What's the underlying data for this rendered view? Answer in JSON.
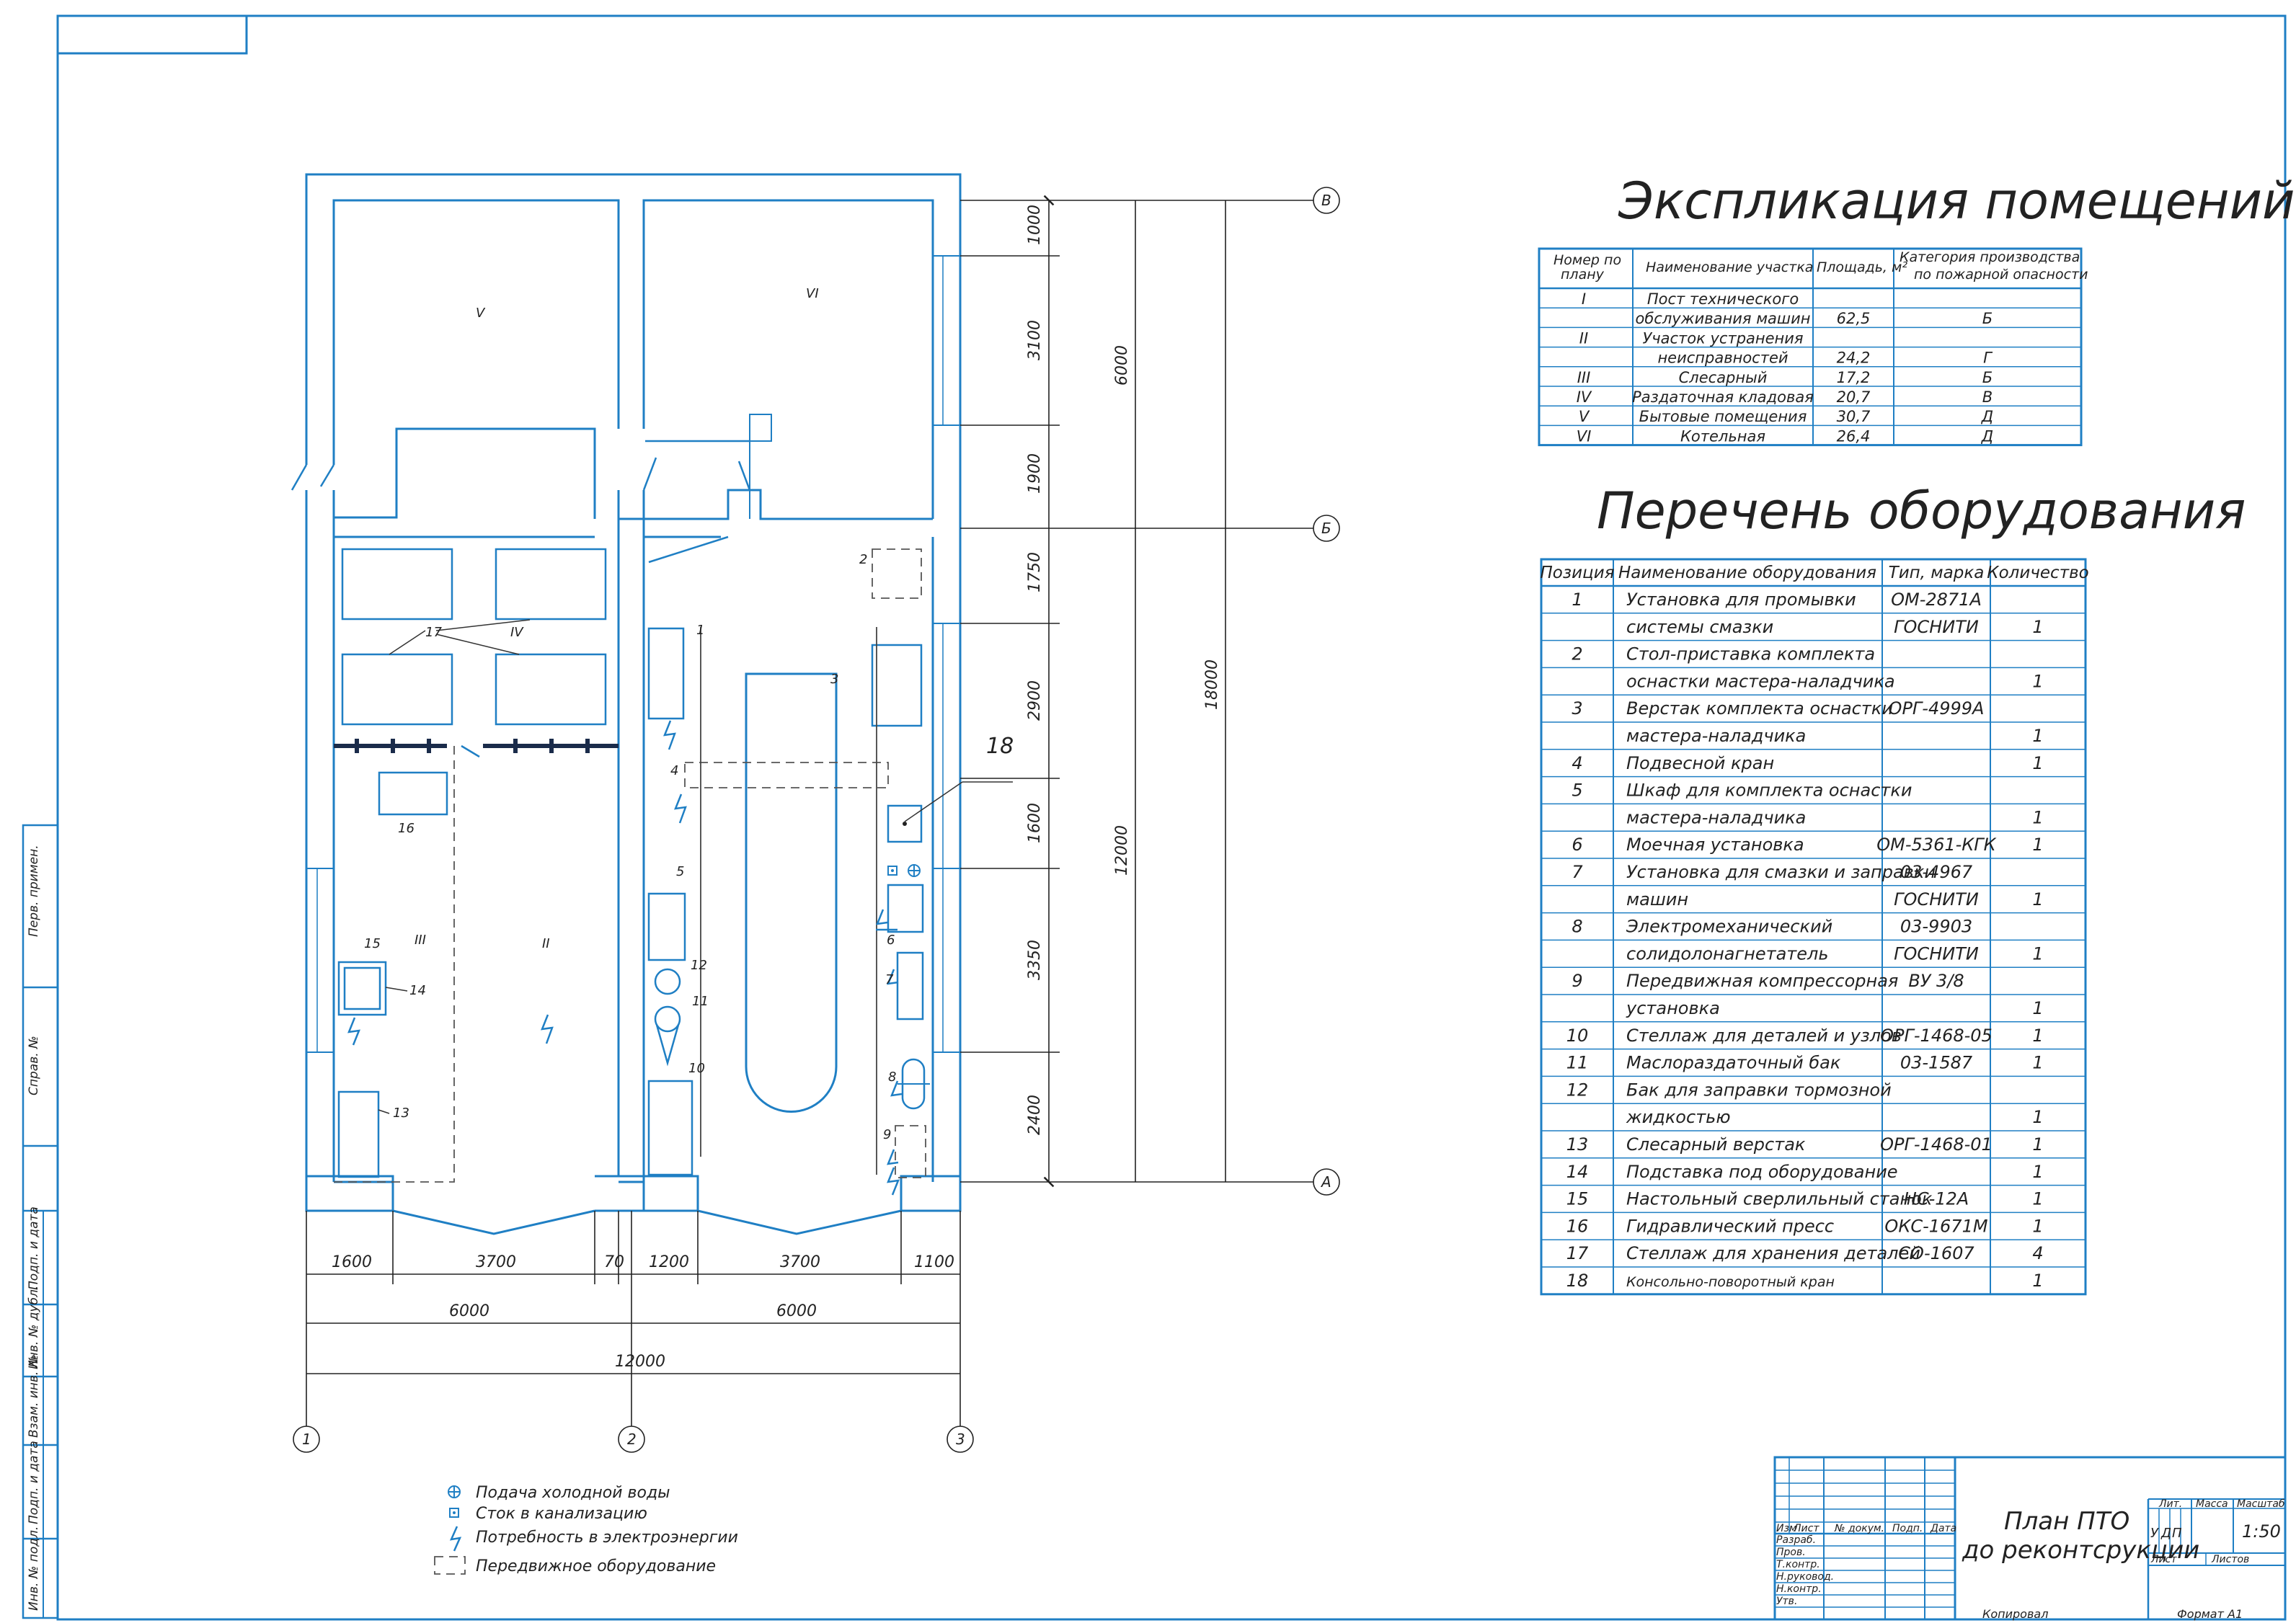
{
  "axes_marks": {
    "rows": [
      "В",
      "Б",
      "А"
    ],
    "cols": [
      "1",
      "2",
      "3"
    ]
  },
  "room_labels": [
    "V",
    "VI",
    "IV",
    "III",
    "II"
  ],
  "vertical_dims": [
    "1000",
    "3100",
    "1900",
    "1750",
    "2900",
    "1600",
    "3350",
    "2400"
  ],
  "vertical_totals": [
    "6000",
    "12000",
    "18000"
  ],
  "horizontal_dims": [
    "1600",
    "3700",
    "70",
    "1200",
    "3700",
    "1100"
  ],
  "horizontal_totals": [
    "6000",
    "6000",
    "12000"
  ],
  "equipment_marks": [
    "1",
    "2",
    "3",
    "4",
    "5",
    "6",
    "7",
    "8",
    "9",
    "10",
    "11",
    "12",
    "13",
    "14",
    "15",
    "16",
    "17",
    "18"
  ],
  "explication": {
    "title": "Экспликация помещений",
    "headers": [
      "Номер по плану",
      "Наименование участка",
      "Площадь, м²",
      "Категория производства по пожарной опасности"
    ],
    "rows": [
      {
        "num": "I",
        "name": "Пост технического",
        "area": "",
        "cat": ""
      },
      {
        "num": "",
        "name": "обслуживания машин",
        "area": "62,5",
        "cat": "Б"
      },
      {
        "num": "II",
        "name": "Участок устранения",
        "area": "",
        "cat": ""
      },
      {
        "num": "",
        "name": "неисправностей",
        "area": "24,2",
        "cat": "Г"
      },
      {
        "num": "III",
        "name": "Слесарный",
        "area": "17,2",
        "cat": "Б"
      },
      {
        "num": "IV",
        "name": "Раздаточная кладовая",
        "area": "20,7",
        "cat": "В"
      },
      {
        "num": "V",
        "name": "Бытовые помещения",
        "area": "30,7",
        "cat": "Д"
      },
      {
        "num": "VI",
        "name": "Котельная",
        "area": "26,4",
        "cat": "Д"
      }
    ]
  },
  "equipment": {
    "title": "Перечень оборудования",
    "headers": [
      "Позиция",
      "Наименование оборудования",
      "Тип, марка",
      "Количество"
    ],
    "rows": [
      {
        "pos": "1",
        "name": "Установка для промывки",
        "type": "ОМ-2871А",
        "qty": ""
      },
      {
        "pos": "",
        "name": "системы смазки",
        "type": "ГОСНИТИ",
        "qty": "1"
      },
      {
        "pos": "2",
        "name": "Стол-приставка комплекта",
        "type": "",
        "qty": ""
      },
      {
        "pos": "",
        "name": "оснастки мастера-наладчика",
        "type": "",
        "qty": "1"
      },
      {
        "pos": "3",
        "name": "Верстак комплекта оснастки",
        "type": "ОРГ-4999А",
        "qty": ""
      },
      {
        "pos": "",
        "name": "мастера-наладчика",
        "type": "",
        "qty": "1"
      },
      {
        "pos": "4",
        "name": "Подвесной кран",
        "type": "",
        "qty": "1"
      },
      {
        "pos": "5",
        "name": "Шкаф для комплекта оснастки",
        "type": "",
        "qty": ""
      },
      {
        "pos": "",
        "name": "мастера-наладчика",
        "type": "",
        "qty": "1"
      },
      {
        "pos": "6",
        "name": "Моечная установка",
        "type": "ОМ-5361-КГК",
        "qty": "1"
      },
      {
        "pos": "7",
        "name": "Установка для смазки и заправки",
        "type": "03-4967",
        "qty": ""
      },
      {
        "pos": "",
        "name": "машин",
        "type": "ГОСНИТИ",
        "qty": "1"
      },
      {
        "pos": "8",
        "name": "Электромеханический",
        "type": "03-9903",
        "qty": ""
      },
      {
        "pos": "",
        "name": "солидолонагнетатель",
        "type": "ГОСНИТИ",
        "qty": "1"
      },
      {
        "pos": "9",
        "name": "Передвижная компрессорная",
        "type": "ВУ 3/8",
        "qty": ""
      },
      {
        "pos": "",
        "name": "установка",
        "type": "",
        "qty": "1"
      },
      {
        "pos": "10",
        "name": "Стеллаж для деталей и узлов",
        "type": "ОРГ-1468-05",
        "qty": "1"
      },
      {
        "pos": "11",
        "name": "Маслораздаточный бак",
        "type": "03-1587",
        "qty": "1"
      },
      {
        "pos": "12",
        "name": "Бак для заправки тормозной",
        "type": "",
        "qty": ""
      },
      {
        "pos": "",
        "name": "жидкостью",
        "type": "",
        "qty": "1"
      },
      {
        "pos": "13",
        "name": "Слесарный верстак",
        "type": "ОРГ-1468-01",
        "qty": "1"
      },
      {
        "pos": "14",
        "name": "Подставка под оборудование",
        "type": "",
        "qty": "1"
      },
      {
        "pos": "15",
        "name": "Настольный сверлильный станок",
        "type": "НС-12А",
        "qty": "1"
      },
      {
        "pos": "16",
        "name": "Гидравлический пресс",
        "type": "ОКС-1671М",
        "qty": "1"
      },
      {
        "pos": "17",
        "name": "Стеллаж для хранения деталей",
        "type": "СО-1607",
        "qty": "4"
      },
      {
        "pos": "18",
        "name": "Консольно-поворотный кран",
        "type": "",
        "qty": "1"
      }
    ]
  },
  "legend": [
    {
      "icon": "water-supply-icon",
      "text": "Подача холодной воды"
    },
    {
      "icon": "drain-icon",
      "text": "Сток в канализацию"
    },
    {
      "icon": "power-icon",
      "text": "Потребность в электроэнергии"
    },
    {
      "icon": "mobile-equipment-icon",
      "text": "Передвижное оборудование"
    }
  ],
  "side_stamp": [
    "Перв. примен.",
    "Справ. №",
    "Подп. и дата",
    "Инв. № дубл.",
    "Взам. инв. №",
    "Подп. и дата",
    "Инв. № подл."
  ],
  "title_block": {
    "title_line1": "План ПТО",
    "title_line2": "до реконтсрукции",
    "col_headers": [
      "Изм",
      "Лист",
      "№ докум.",
      "Подп.",
      "Дата"
    ],
    "roles": [
      "Разраб.",
      "Пров.",
      "Т.контр.",
      "Н.руковод.",
      "Н.контр.",
      "Утв."
    ],
    "lit_label": "Лит.",
    "mass_label": "Масса",
    "scale_label": "Масштаб",
    "lit_values": [
      "У",
      "Д",
      "П"
    ],
    "scale": "1:50",
    "sheet_label": "Лист",
    "sheets_label": "Листов",
    "copied": "Копировал",
    "format": "Формат  А1"
  }
}
